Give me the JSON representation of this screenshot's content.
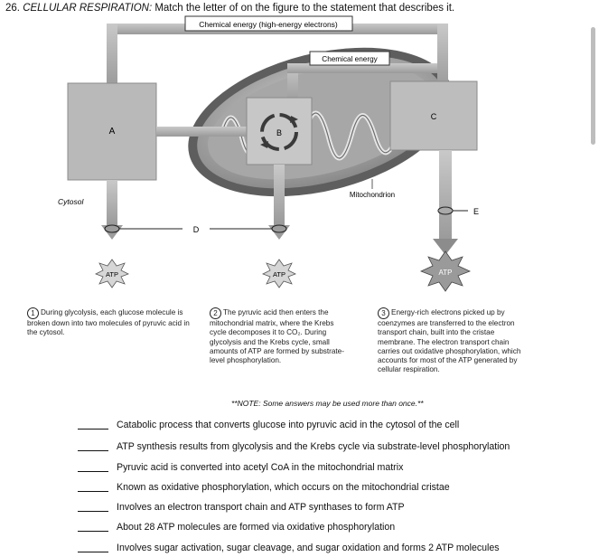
{
  "header": {
    "number": "26.",
    "title": "CELLULAR RESPIRATION:",
    "instruction": " Match the letter of on the figure to the statement that describes it."
  },
  "figure": {
    "top_label": "Chemical energy (high-energy electrons)",
    "chemical_energy_label": "Chemical energy",
    "letters": {
      "a": "A",
      "b": "B",
      "c": "C",
      "d": "D",
      "e": "E"
    },
    "cytosol_label": "Cytosol",
    "mitochondrion_label": "Mitochondrion",
    "atp_label": "ATP"
  },
  "steps": [
    {
      "num": "1",
      "text": "During glycolysis, each glucose molecule is broken down into two molecules of pyruvic acid in the cytosol."
    },
    {
      "num": "2",
      "text": "The pyruvic acid then enters the mitochondrial matrix, where the Krebs cycle decomposes it to CO₂. During glycolysis and the Krebs cycle, small amounts of ATP are formed by substrate-level phosphorylation."
    },
    {
      "num": "3",
      "text": "Energy-rich electrons picked up by coenzymes are transferred to the electron transport chain, built into the cristae membrane. The electron transport chain carries out oxidative phosphorylation, which accounts for most of the ATP generated by cellular respiration."
    }
  ],
  "note": "**NOTE: Some answers may be used more than once.**",
  "statements": [
    "Catabolic process that converts glucose into pyruvic acid in the cytosol of the cell",
    "ATP synthesis results from glycolysis and the Krebs cycle via substrate-level phosphorylation",
    "Pyruvic acid is converted into acetyl CoA in the mitochondrial matrix",
    "Known as oxidative phosphorylation, which occurs on the mitochondrial cristae",
    "Involves an electron transport chain and ATP synthases to form ATP",
    "About 28 ATP molecules are formed via oxidative phosphorylation",
    "Involves sugar activation, sugar cleavage, and sugar oxidation and forms 2 ATP molecules"
  ]
}
